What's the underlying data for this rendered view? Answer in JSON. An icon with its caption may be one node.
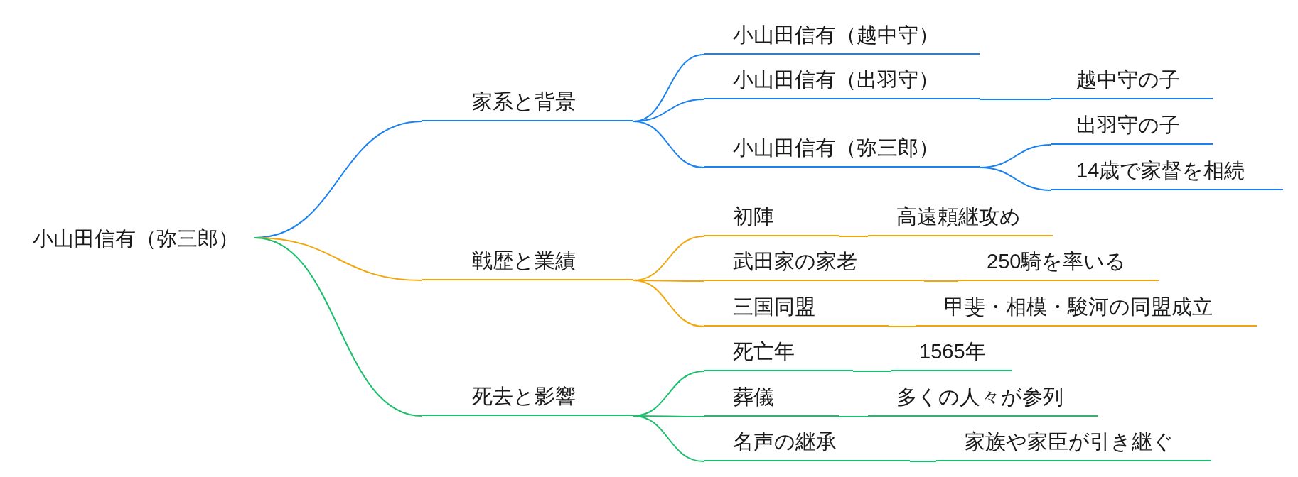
{
  "diagram": {
    "nodes": [
      {
        "text": [
          "小山田信有（弥三郎）"
        ]
      },
      {
        "text": [
          "家系と背景"
        ]
      },
      {
        "text": [
          "小山田信有（越中守）"
        ]
      },
      {
        "text": [
          "小山田信有（出羽守）"
        ]
      },
      {
        "text": [
          "越中守の子"
        ]
      },
      {
        "text": [
          "小山田信有（弥三郎）"
        ]
      },
      {
        "text": [
          "出羽守の子"
        ]
      },
      {
        "text": [
          "14歳で家督を相続"
        ]
      },
      {
        "text": [
          "戦歴と業績"
        ]
      },
      {
        "text": [
          "初陣"
        ]
      },
      {
        "text": [
          "高遠頼継攻め"
        ]
      },
      {
        "text": [
          "武田家の家老"
        ]
      },
      {
        "text": [
          "250騎を率いる"
        ]
      },
      {
        "text": [
          "三国同盟"
        ]
      },
      {
        "text": [
          "甲斐・相模・駿河の同盟成立"
        ]
      },
      {
        "text": [
          "死去と影響"
        ]
      },
      {
        "text": [
          "死亡年"
        ]
      },
      {
        "text": [
          "1565年"
        ]
      },
      {
        "text": [
          "葬儀"
        ]
      },
      {
        "text": [
          "多くの人々が参列"
        ]
      },
      {
        "text": [
          "名声の継承"
        ]
      },
      {
        "text": [
          "家族や家臣が引き継ぐ"
        ]
      }
    ],
    "edges": [
      {
        "from": 0,
        "to": 1,
        "arrow": "none",
        "color": "#1a82f0"
      },
      {
        "from": 1,
        "to": 2,
        "arrow": "none",
        "color": "#1a82f0"
      },
      {
        "from": 1,
        "to": 3,
        "arrow": "none",
        "color": "#1a82f0"
      },
      {
        "from": 3,
        "to": 4,
        "arrow": "none",
        "color": "#1a82f0"
      },
      {
        "from": 1,
        "to": 5,
        "arrow": "none",
        "color": "#1a82f0"
      },
      {
        "from": 5,
        "to": 6,
        "arrow": "none",
        "color": "#1a82f0"
      },
      {
        "from": 5,
        "to": 7,
        "arrow": "none",
        "color": "#1a82f0"
      },
      {
        "from": 0,
        "to": 8,
        "arrow": "none",
        "color": "#f2a60c"
      },
      {
        "from": 8,
        "to": 9,
        "arrow": "none",
        "color": "#f2a60c"
      },
      {
        "from": 9,
        "to": 10,
        "arrow": "none",
        "color": "#f2a60c"
      },
      {
        "from": 8,
        "to": 11,
        "arrow": "none",
        "color": "#f2a60c"
      },
      {
        "from": 11,
        "to": 12,
        "arrow": "none",
        "color": "#f2a60c"
      },
      {
        "from": 8,
        "to": 13,
        "arrow": "none",
        "color": "#f2a60c"
      },
      {
        "from": 13,
        "to": 14,
        "arrow": "none",
        "color": "#f2a60c"
      },
      {
        "from": 0,
        "to": 15,
        "arrow": "none",
        "color": "#19bf6b"
      },
      {
        "from": 15,
        "to": 16,
        "arrow": "none",
        "color": "#19bf6b"
      },
      {
        "from": 16,
        "to": 17,
        "arrow": "none",
        "color": "#19bf6b"
      },
      {
        "from": 15,
        "to": 18,
        "arrow": "none",
        "color": "#19bf6b"
      },
      {
        "from": 18,
        "to": 19,
        "arrow": "none",
        "color": "#19bf6b"
      },
      {
        "from": 15,
        "to": 20,
        "arrow": "none",
        "color": "#19bf6b"
      },
      {
        "from": 20,
        "to": 21,
        "arrow": "none",
        "color": "#19bf6b"
      }
    ]
  }
}
